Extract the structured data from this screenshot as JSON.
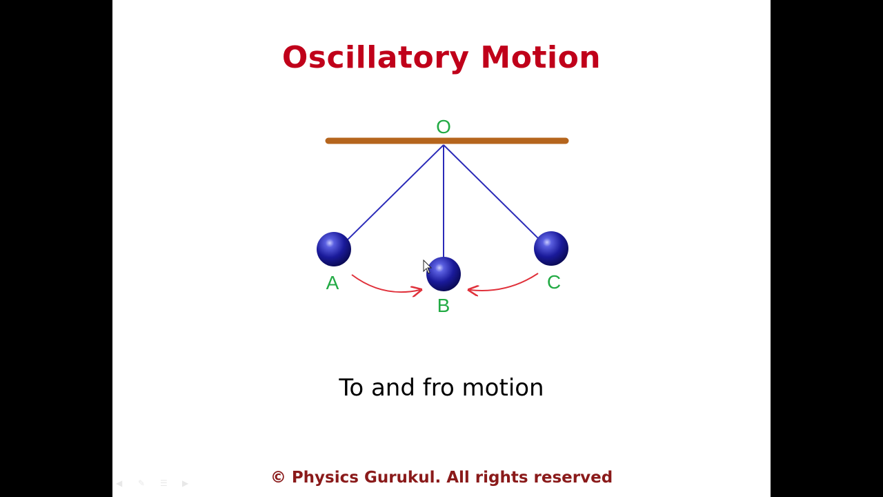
{
  "slide": {
    "title": "Oscillatory Motion",
    "subtitle": "To and fro motion",
    "copyright": "© Physics Gurukul. All rights reserved"
  },
  "diagram": {
    "pivot_label": "O",
    "positions": [
      {
        "label": "A"
      },
      {
        "label": "B"
      },
      {
        "label": "C"
      }
    ]
  },
  "colors": {
    "title": "#c0001a",
    "support_bar": "#b5651d",
    "string": "#2a2ab8",
    "bob": "#1a1a9a",
    "labels": "#22aa44",
    "arrows": "#e0303a",
    "copyright": "#8a1a1a"
  },
  "icons": [
    "slide-prev-icon",
    "pen-icon",
    "menu-icon",
    "slide-next-icon",
    "mouse-pointer-icon"
  ]
}
